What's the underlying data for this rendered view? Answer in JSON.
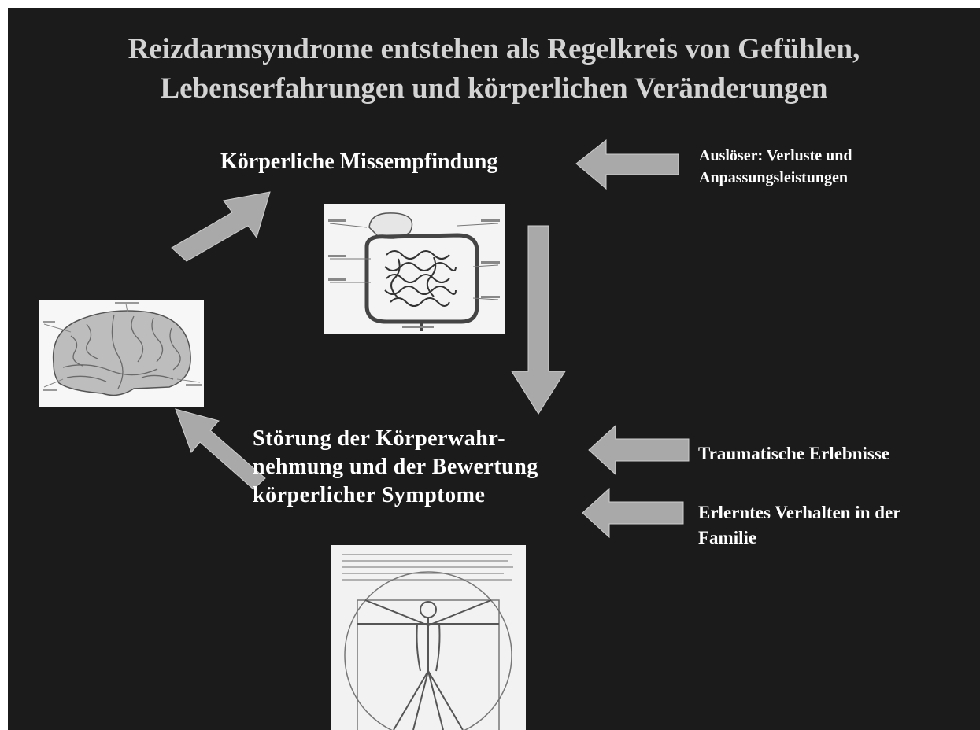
{
  "title": {
    "line1": "Reizdarmsyndrome entstehen als Regelkreis von Gefühlen,",
    "line2": "Lebenserfahrungen und körperlichen Veränderungen"
  },
  "nodes": {
    "top": "Körperliche Missempfindung",
    "bottom": {
      "line1": "Störung der Körperwahr-",
      "line2": "nehmung und der Bewertung",
      "line3": "körperlicher Symptome"
    }
  },
  "factors": {
    "trigger": {
      "line1": "Auslöser: Verluste und",
      "line2": "Anpassungsleistungen"
    },
    "trauma": "Traumatische Erlebnisse",
    "learned": {
      "line1": "Erlerntes Verhalten in der",
      "line2": "Familie"
    }
  },
  "images": {
    "brain": "brain-illustration",
    "intestine": "intestine-illustration",
    "vitruvian": "vitruvian-man-drawing"
  },
  "colors": {
    "background": "#1b1b1b",
    "title": "#d3d3d3",
    "text": "#ffffff",
    "arrow": "#a9a9a9"
  }
}
